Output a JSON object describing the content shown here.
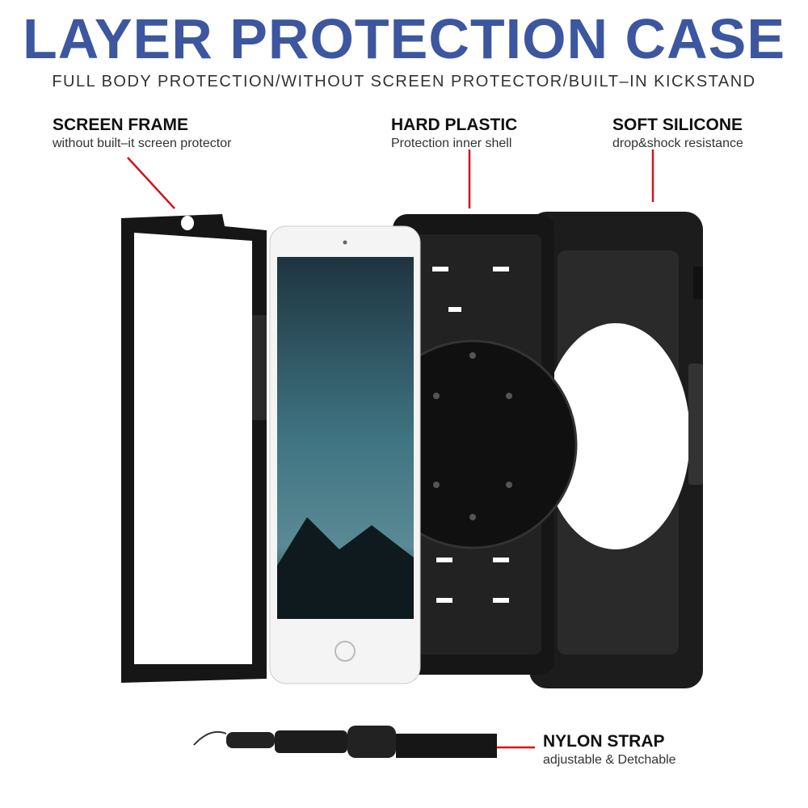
{
  "header": {
    "title": "LAYER PROTECTION CASE",
    "subtitle": "FULL BODY PROTECTION/WITHOUT SCREEN PROTECTOR/BUILT–IN KICKSTAND"
  },
  "labels": {
    "screen_frame": {
      "heading": "SCREEN FRAME",
      "sub": "without built–it screen protector"
    },
    "hard_plastic": {
      "heading": "HARD PLASTIC",
      "sub": "Protection inner shell"
    },
    "soft_silicone": {
      "heading": "SOFT SILICONE",
      "sub": "drop&shock resistance"
    },
    "nylon_strap": {
      "heading": "NYLON STRAP",
      "sub": "adjustable & Detchable"
    }
  },
  "colors": {
    "title": "#3d56a0",
    "pointer": "#d0141b",
    "case": "#1c1c1c"
  }
}
